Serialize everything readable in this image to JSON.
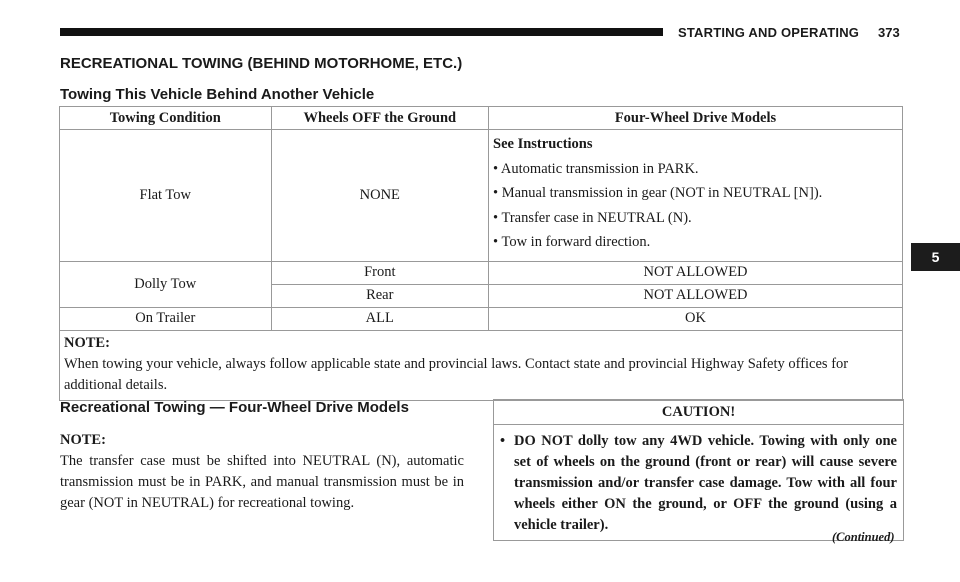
{
  "header": {
    "section_title": "STARTING AND OPERATING",
    "page_number": "373"
  },
  "section_tab": "5",
  "heading_main": "RECREATIONAL TOWING (BEHIND MOTORHOME, ETC.)",
  "heading_table": "Towing This Vehicle Behind Another Vehicle",
  "table": {
    "headers": [
      "Towing Condition",
      "Wheels OFF the Ground",
      "Four-Wheel Drive Models"
    ],
    "flat_tow": {
      "condition": "Flat Tow",
      "wheels_off": "NONE",
      "lead": "See Instructions",
      "bullets": [
        "Automatic transmission in PARK.",
        "Manual transmission in gear (NOT in NEUTRAL [N]).",
        "Transfer case in NEUTRAL (N).",
        "Tow in forward direction."
      ]
    },
    "dolly_tow": {
      "condition": "Dolly Tow",
      "rows": [
        {
          "wheels_off": "Front",
          "result": "NOT ALLOWED"
        },
        {
          "wheels_off": "Rear",
          "result": "NOT ALLOWED"
        }
      ]
    },
    "on_trailer": {
      "condition": "On Trailer",
      "wheels_off": "ALL",
      "result": "OK"
    },
    "note_label": "NOTE:",
    "note_text": "When towing your vehicle, always follow applicable state and provincial laws. Contact state and provincial Highway Safety offices for additional details."
  },
  "heading_4wd": "Recreational Towing — Four-Wheel Drive Models",
  "left_note": {
    "label": "NOTE:",
    "text": "The transfer case must be shifted into NEUTRAL (N), automatic transmission must be in PARK, and manual transmission must be in gear (NOT in NEUTRAL) for recreational towing."
  },
  "caution": {
    "title": "CAUTION!",
    "text": "DO NOT dolly tow any 4WD vehicle. Towing with only one set of wheels on the ground (front or rear) will cause severe transmission and/or transfer case damage. Tow with all four wheels either ON the ground, or OFF the ground (using a vehicle trailer)."
  },
  "continued": "(Continued)"
}
